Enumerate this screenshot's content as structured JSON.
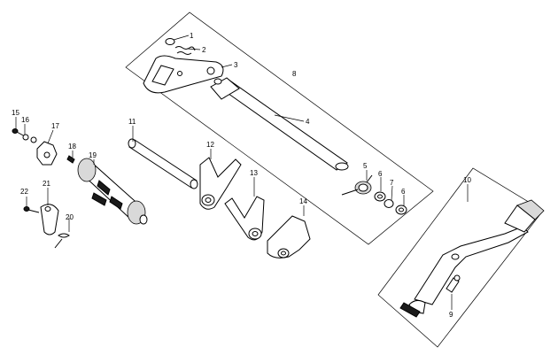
{
  "callouts": {
    "c1": "1",
    "c2": "2",
    "c3": "3",
    "c4": "4",
    "c5": "5",
    "c6a": "6",
    "c6b": "6",
    "c7": "7",
    "c8": "8",
    "c9": "9",
    "c10": "10",
    "c11": "11",
    "c12": "12",
    "c13": "13",
    "c14": "14",
    "c15": "15",
    "c16": "16",
    "c17": "17",
    "c18": "18",
    "c19": "19",
    "c20": "20",
    "c21": "21",
    "c22": "22"
  }
}
